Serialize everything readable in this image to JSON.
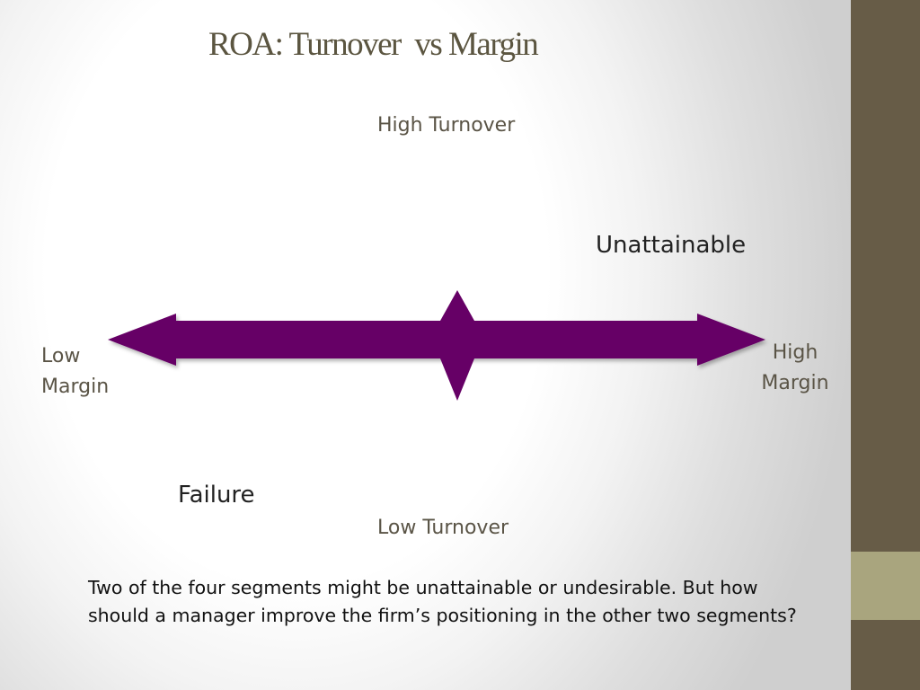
{
  "title": "ROA: Turnover  vs Margin",
  "axis_labels": {
    "top": "High Turnover",
    "bottom": "Low Turnover",
    "left_line1": "Low",
    "left_line2": "Margin",
    "right_line1": "High",
    "right_line2": "Margin"
  },
  "quadrant_labels": {
    "upper_right": "Unattainable",
    "lower_left": "Failure"
  },
  "caption": "Two of the four segments might be unattainable or undesirable.  But how should a manager improve the firm’s positioning in the other two segments?",
  "colors": {
    "arrow": "#660066",
    "sidebar": "#675c47",
    "sidebar_accent": "#a9a57e",
    "title": "#5b5540"
  }
}
